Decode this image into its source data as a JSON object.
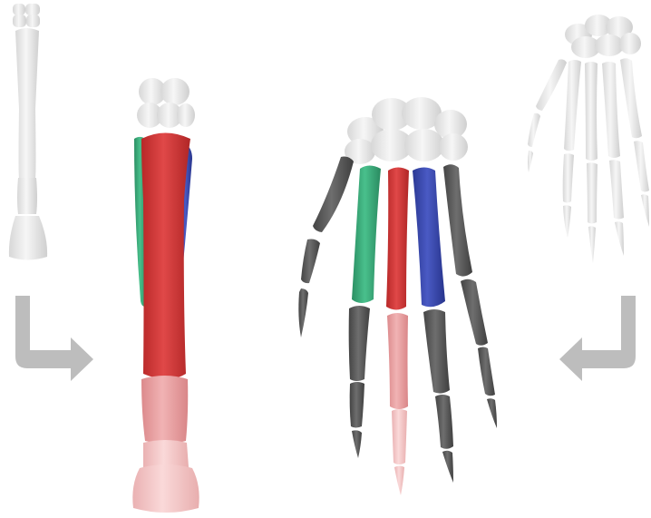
{
  "title": "",
  "colors": {
    "background": "#ffffff",
    "bone_white": "#ececec",
    "bone_shadow": "#c9c9c9",
    "carpal_white": "#e4e4e4",
    "metacarpal_red": "#d93a3a",
    "metacarpal_green": "#3aa878",
    "metacarpal_blue": "#3848b0",
    "phalanx_pink": "#e89a9c",
    "phalanx_pink_light": "#f4c4c4",
    "bone_gray": "#5a5a5a",
    "arrow_gray": "#bdbdbd"
  },
  "panels": [
    {
      "id": "horse-leg-small",
      "style": "white"
    },
    {
      "id": "horse-leg-colored",
      "style": "colored"
    },
    {
      "id": "human-hand-colored",
      "style": "colored"
    },
    {
      "id": "human-hand-small",
      "style": "white"
    }
  ],
  "arrows": [
    {
      "id": "left-arrow",
      "direction": "down-then-right"
    },
    {
      "id": "right-arrow",
      "direction": "down-then-left"
    }
  ]
}
